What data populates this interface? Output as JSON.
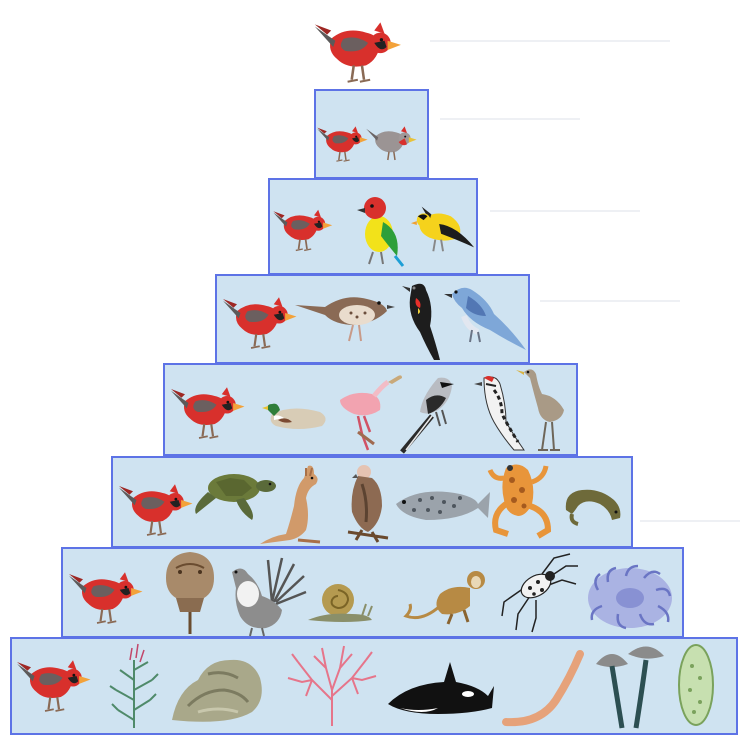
{
  "diagram": {
    "type": "taxonomic-hierarchy-pyramid",
    "focal_organism": "northern-cardinal",
    "levels": [
      {
        "organisms": [
          "northern-cardinal"
        ]
      },
      {
        "organisms": [
          "northern-cardinal",
          "pyrrhuloxia"
        ]
      },
      {
        "organisms": [
          "northern-cardinal",
          "tanager",
          "american-goldfinch"
        ]
      },
      {
        "organisms": [
          "northern-cardinal",
          "thrush",
          "red-winged-blackbird",
          "blue-jay"
        ]
      },
      {
        "organisms": [
          "northern-cardinal",
          "mallard-duck",
          "roseate-spoonbill",
          "shrike",
          "woodpecker",
          "heron"
        ]
      },
      {
        "organisms": [
          "northern-cardinal",
          "sea-turtle",
          "kangaroo",
          "vulture",
          "grouper-fish",
          "frog",
          "salamander"
        ]
      },
      {
        "organisms": [
          "northern-cardinal",
          "horseshoe-crab",
          "sage-grouse",
          "snail",
          "monkey",
          "beetle",
          "sea-anemone"
        ]
      },
      {
        "organisms": [
          "northern-cardinal",
          "fern-plant",
          "lichen",
          "coral-fan",
          "orca",
          "earthworm",
          "mushrooms",
          "paramecium"
        ]
      }
    ]
  },
  "colors": {
    "tier_fill": "#cfe3f1",
    "tier_border": "#5d73e6",
    "cardinal_red": "#d8302c"
  }
}
